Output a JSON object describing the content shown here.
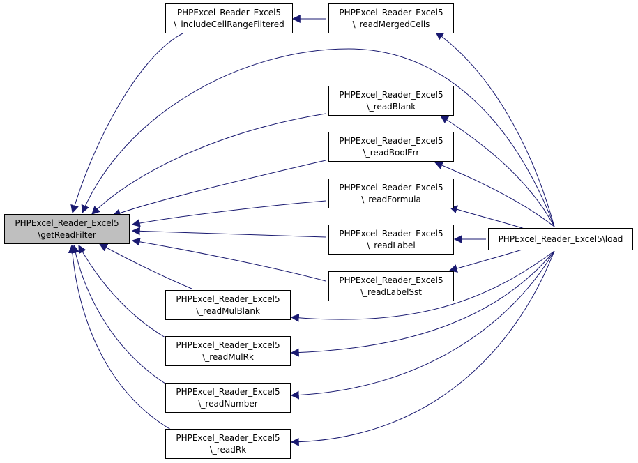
{
  "colors": {
    "edge": "#191970",
    "node_border": "#000000",
    "node_fill": "#ffffff",
    "focus_fill": "#bfbfbf"
  },
  "nodes": {
    "getReadFilter": {
      "line1": "PHPExcel_Reader_Excel5",
      "line2": "\\getReadFilter"
    },
    "includeCellRange": {
      "line1": "PHPExcel_Reader_Excel5",
      "line2": "\\_includeCellRangeFiltered"
    },
    "readMergedCells": {
      "line1": "PHPExcel_Reader_Excel5",
      "line2": "\\_readMergedCells"
    },
    "readBlank": {
      "line1": "PHPExcel_Reader_Excel5",
      "line2": "\\_readBlank"
    },
    "readBoolErr": {
      "line1": "PHPExcel_Reader_Excel5",
      "line2": "\\_readBoolErr"
    },
    "readFormula": {
      "line1": "PHPExcel_Reader_Excel5",
      "line2": "\\_readFormula"
    },
    "readLabel": {
      "line1": "PHPExcel_Reader_Excel5",
      "line2": "\\_readLabel"
    },
    "readLabelSst": {
      "line1": "PHPExcel_Reader_Excel5",
      "line2": "\\_readLabelSst"
    },
    "readMulBlank": {
      "line1": "PHPExcel_Reader_Excel5",
      "line2": "\\_readMulBlank"
    },
    "readMulRk": {
      "line1": "PHPExcel_Reader_Excel5",
      "line2": "\\_readMulRk"
    },
    "readNumber": {
      "line1": "PHPExcel_Reader_Excel5",
      "line2": "\\_readNumber"
    },
    "readRk": {
      "line1": "PHPExcel_Reader_Excel5",
      "line2": "\\_readRk"
    },
    "load": {
      "line1": "PHPExcel_Reader_Excel5\\load"
    }
  }
}
